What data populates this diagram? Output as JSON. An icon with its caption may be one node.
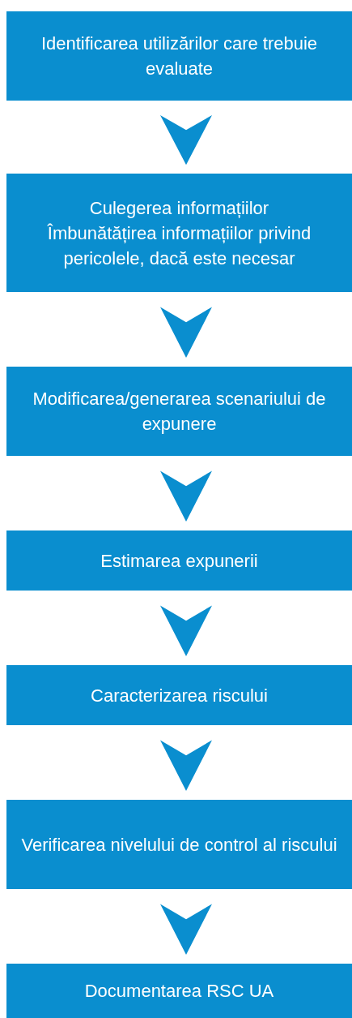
{
  "diagram": {
    "nodes": [
      {
        "text": [
          "Identificarea utilizărilor care trebuie evaluate"
        ]
      },
      {
        "text": [
          "Culegerea informațiilor",
          "Îmbunătățirea informațiilor privind pericolele, dacă este necesar"
        ]
      },
      {
        "text": [
          "Modificarea/generarea scenariului de expunere"
        ]
      },
      {
        "text": [
          "Estimarea expunerii"
        ]
      },
      {
        "text": [
          "Caracterizarea riscului"
        ]
      },
      {
        "text": [
          "Verificarea nivelului de control al riscului"
        ]
      },
      {
        "text": [
          "Documentarea RSC UA"
        ]
      }
    ],
    "edges": [
      {
        "from": 0,
        "to": 1,
        "arrow": "to"
      },
      {
        "from": 1,
        "to": 2,
        "arrow": "to"
      },
      {
        "from": 2,
        "to": 3,
        "arrow": "to"
      },
      {
        "from": 3,
        "to": 4,
        "arrow": "to"
      },
      {
        "from": 4,
        "to": 5,
        "arrow": "to"
      },
      {
        "from": 5,
        "to": 6,
        "arrow": "to"
      }
    ]
  }
}
